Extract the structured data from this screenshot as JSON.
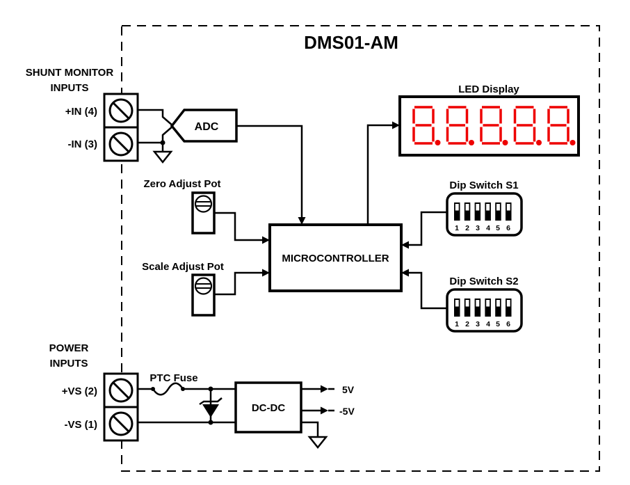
{
  "title": "DMS01-AM",
  "colors": {
    "led_segment": "#ee0000",
    "diagram_line": "#000000",
    "background": "#ffffff"
  },
  "shunt_monitor": {
    "section_label_line1": "SHUNT MONITOR",
    "section_label_line2": "INPUTS",
    "terminals": [
      {
        "label": "+IN (4)"
      },
      {
        "label": "-IN (3)"
      }
    ],
    "adc_label": "ADC"
  },
  "led_display": {
    "label": "LED Display",
    "value": "8.8.8.8.8.",
    "digit_count": 5
  },
  "pots": [
    {
      "label": "Zero Adjust Pot"
    },
    {
      "label": "Scale Adjust Pot"
    }
  ],
  "microcontroller": {
    "label": "MICROCONTROLLER"
  },
  "dip_switches": [
    {
      "label": "Dip Switch S1",
      "positions": [
        "1",
        "2",
        "3",
        "4",
        "5",
        "6"
      ]
    },
    {
      "label": "Dip Switch S2",
      "positions": [
        "1",
        "2",
        "3",
        "4",
        "5",
        "6"
      ]
    }
  ],
  "power": {
    "section_label_line1": "POWER",
    "section_label_line2": "INPUTS",
    "terminals": [
      {
        "label": "+VS (2)"
      },
      {
        "label": "-VS (1)"
      }
    ],
    "fuse_label": "PTC Fuse",
    "dcdc_label": "DC-DC",
    "outputs": [
      {
        "label": "5V"
      },
      {
        "label": "-5V"
      }
    ]
  }
}
